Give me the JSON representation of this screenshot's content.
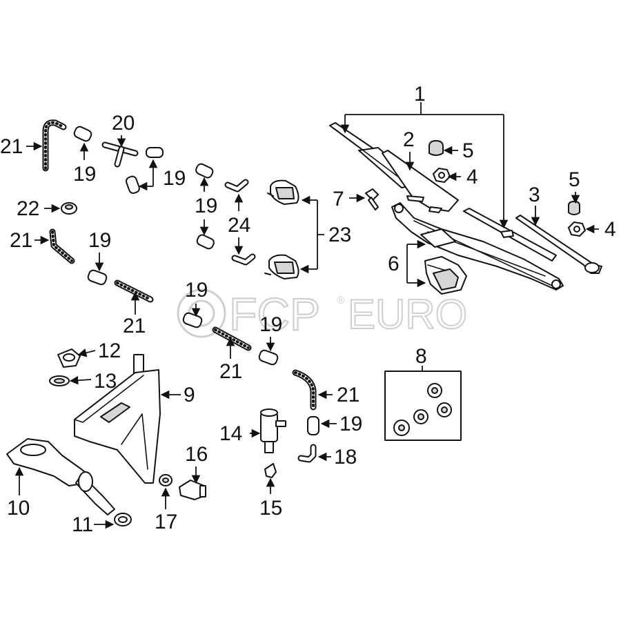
{
  "watermark": {
    "brand_a": "FCP",
    "brand_b": "EURO",
    "reg": "®"
  },
  "callouts": [
    "1",
    "2",
    "3",
    "4",
    "4",
    "5",
    "5",
    "6",
    "7",
    "8",
    "9",
    "10",
    "11",
    "12",
    "13",
    "14",
    "15",
    "16",
    "17",
    "18",
    "19",
    "19",
    "19",
    "19",
    "19",
    "19",
    "19",
    "20",
    "21",
    "21",
    "21",
    "21",
    "21",
    "22",
    "23",
    "24"
  ]
}
